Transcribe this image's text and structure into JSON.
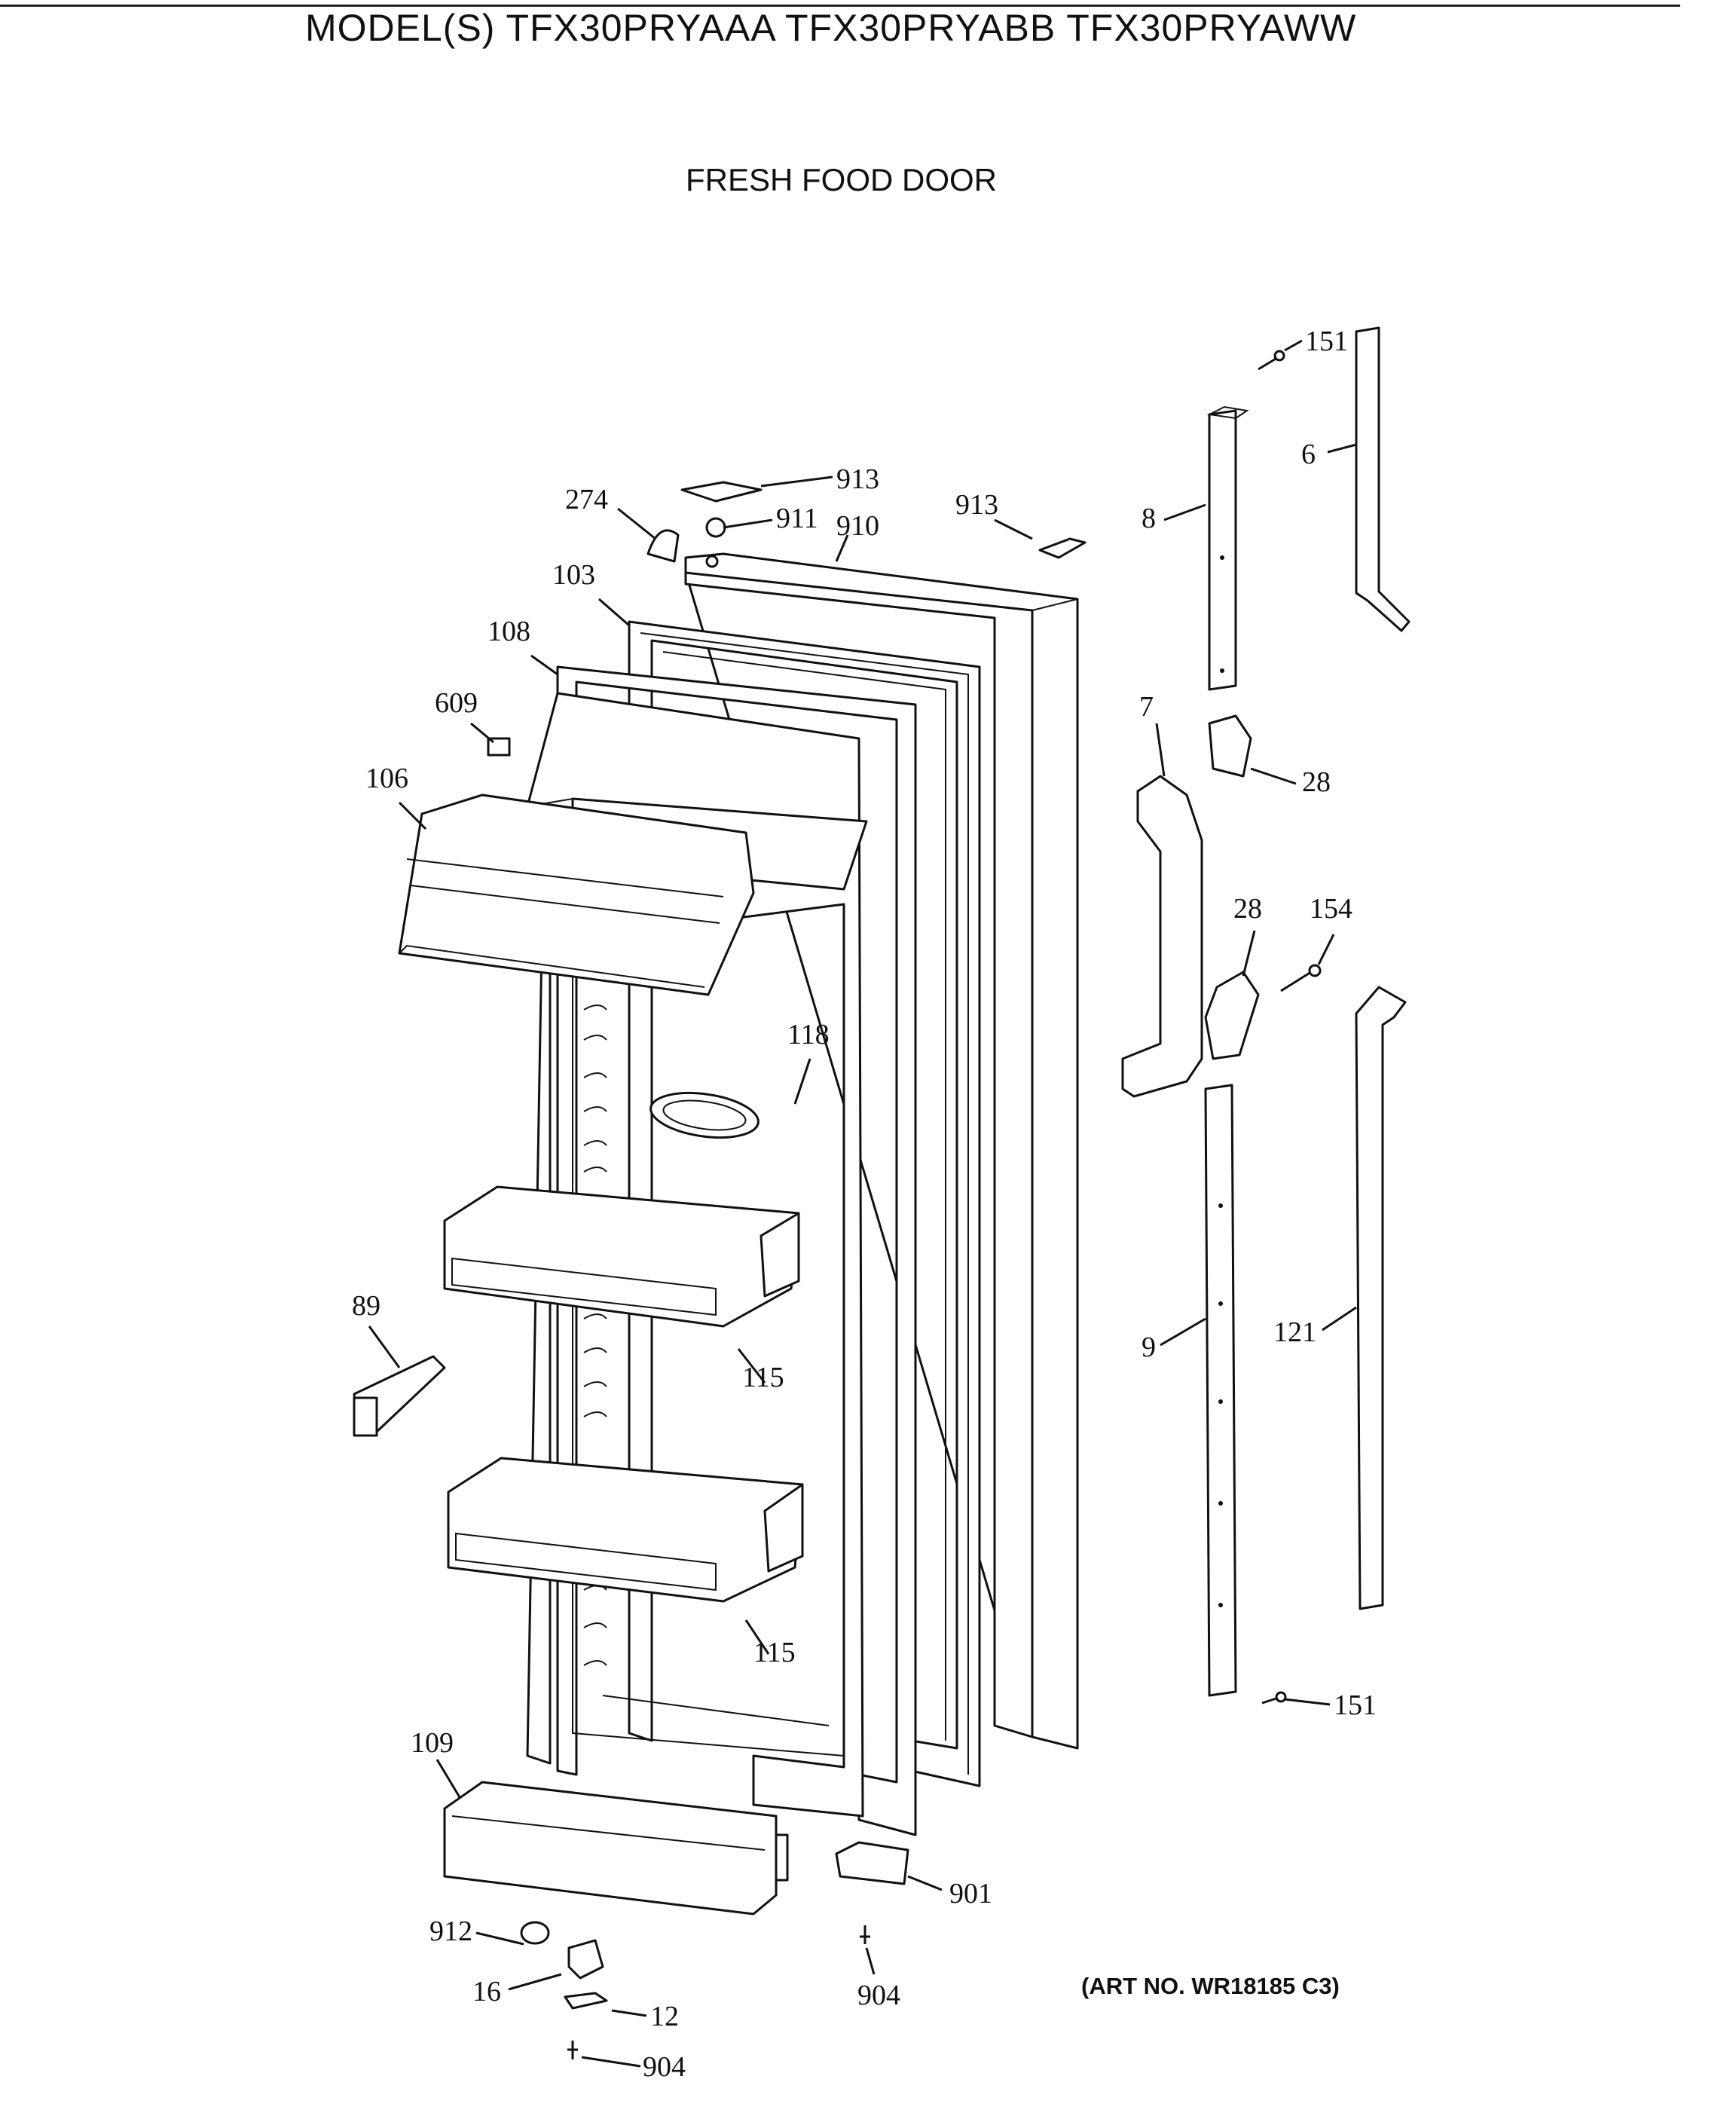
{
  "header": {
    "models": "MODEL(S) TFX30PRYAAA  TFX30PRYABB  TFX30PRYAWW"
  },
  "title": "FRESH FOOD DOOR",
  "art_number": "(ART NO. WR18185 C3)",
  "callouts": {
    "c151a": "151",
    "c6": "6",
    "c913a": "913",
    "c911": "911",
    "c274": "274",
    "c910": "910",
    "c913b": "913",
    "c8": "8",
    "c103": "103",
    "c108": "108",
    "c609": "609",
    "c7": "7",
    "c28a": "28",
    "c106": "106",
    "c28b": "28",
    "c154": "154",
    "c118": "118",
    "c89": "89",
    "c115a": "115",
    "c9": "9",
    "c121": "121",
    "c115b": "115",
    "c151b": "151",
    "c109": "109",
    "c901": "901",
    "c912": "912",
    "c904a": "904",
    "c16": "16",
    "c12": "12",
    "c904b": "904"
  }
}
